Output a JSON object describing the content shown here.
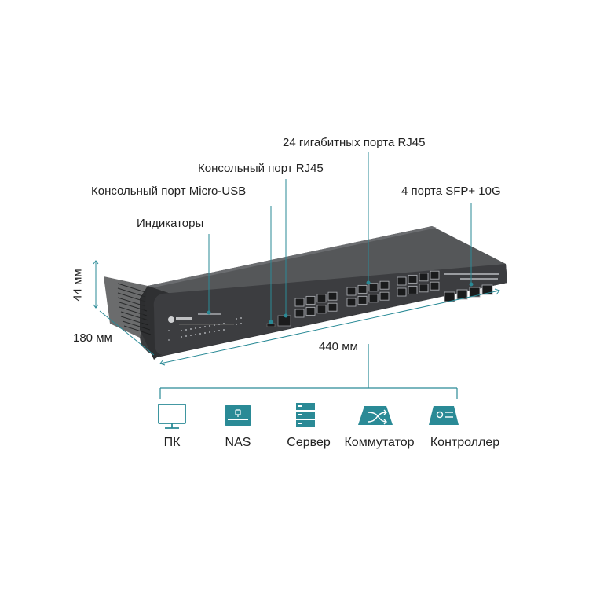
{
  "callouts": {
    "rj45_24": "24 гигабитных порта RJ45",
    "console_rj45": "Консольный порт RJ45",
    "console_usb": "Консольный порт Micro-USB",
    "sfp": "4 порта SFP+ 10G",
    "leds": "Индикаторы"
  },
  "dimensions": {
    "height": "44 мм",
    "depth": "180 мм",
    "width": "440 мм"
  },
  "devices": [
    {
      "label": "ПК",
      "icon": "monitor-icon"
    },
    {
      "label": "NAS",
      "icon": "nas-icon"
    },
    {
      "label": "Сервер",
      "icon": "server-icon"
    },
    {
      "label": "Коммутатор",
      "icon": "switch-icon"
    },
    {
      "label": "Контроллер",
      "icon": "controller-icon"
    }
  ],
  "colors": {
    "accent": "#2a8a96",
    "device_body": "#3a3b3d",
    "device_top": "#55575a"
  }
}
